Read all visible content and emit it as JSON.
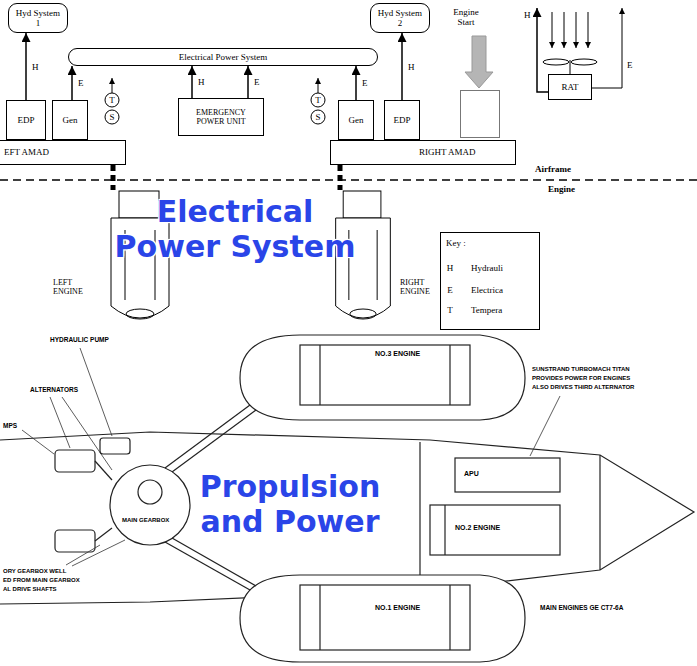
{
  "diagram": {
    "nodes": [
      {
        "text": [
          "Hyd System 1"
        ]
      },
      {
        "text": [
          "Hyd System 2"
        ]
      },
      {
        "text": [
          "Engine Start"
        ]
      },
      {
        "text": [
          "Electrical Power System"
        ]
      },
      {
        "text": [
          "RAT"
        ]
      },
      {
        "text": [
          "EDP"
        ]
      },
      {
        "text": [
          "Gen"
        ]
      },
      {
        "text": [
          "EMERGENCY POWER UNIT"
        ]
      },
      {
        "text": [
          "Gen"
        ]
      },
      {
        "text": [
          "EDP"
        ]
      },
      {
        "text": [
          "EFT AMAD"
        ]
      },
      {
        "text": [
          "RIGHT AMAD"
        ]
      },
      {
        "text": [
          "LEFT ENGINE"
        ]
      },
      {
        "text": [
          "RIGHT ENGINE"
        ]
      },
      {
        "text": [
          "Key :",
          "H",
          "Hydrauli",
          "E",
          "Electrica",
          "T",
          "Tempera"
        ]
      }
    ],
    "edges": [
      {
        "from": 5,
        "to": 0,
        "arrow": "to",
        "label": "H"
      },
      {
        "from": 6,
        "to": 3,
        "arrow": "to",
        "label": "E"
      },
      {
        "from": 7,
        "to": 3,
        "arrow": "to",
        "label": "H"
      },
      {
        "from": 7,
        "to": 3,
        "arrow": "to",
        "label": "E"
      },
      {
        "from": 8,
        "to": 3,
        "arrow": "to",
        "label": "E"
      },
      {
        "from": 9,
        "to": 1,
        "arrow": "to",
        "label": "H"
      },
      {
        "from": 10,
        "to": 12,
        "arrow": "none"
      },
      {
        "from": 11,
        "to": 13,
        "arrow": "none"
      }
    ],
    "labels": [
      "T",
      "S",
      "T",
      "S",
      "H",
      "E",
      "Airframe",
      "Engine",
      "Electrical Power System",
      "HYDRAULIC PUMP",
      "ALTERNATORS",
      "MPS",
      "NO.3 ENGINE",
      "SUNSTRAND TURBOMACH TITAN",
      "PROVIDES POWER FOR ENGINES",
      "ALSO DRIVES THIRD ALTERNATOR",
      "APU",
      "NO.2 ENGINE",
      "MAIN GEARBOX",
      "NO.1 ENGINE",
      "ORY GEARBOX WELL",
      "ED FROM MAIN GEARBOX",
      "AL DRIVE SHAFTS",
      "MAIN ENGINES GE CT7-6A",
      "Propulsion and Power"
    ]
  }
}
